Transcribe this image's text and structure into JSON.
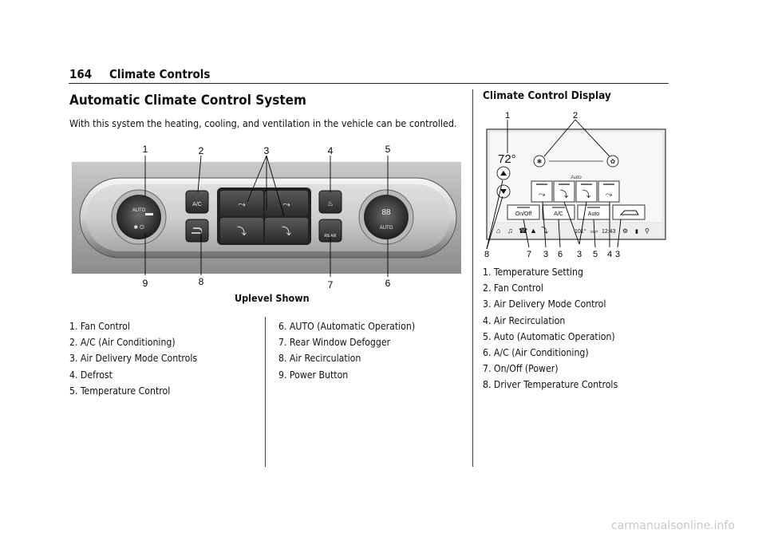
{
  "header": {
    "page_number": "164",
    "section": "Climate Controls"
  },
  "title": "Automatic Climate Control System",
  "intro": "With this system the heating, cooling, and ventilation in the vehicle can be controlled.",
  "panel": {
    "callouts_top": [
      "1",
      "2",
      "3",
      "4",
      "5"
    ],
    "callouts_bottom": [
      "9",
      "8",
      "7",
      "6"
    ],
    "left_knob_text": "AUTO",
    "ac_label": "A/C",
    "rear_label": "REAR",
    "right_knob_display": "88",
    "right_knob_text": "AUTO"
  },
  "panel_caption": "Uplevel Shown",
  "panel_list_col1": [
    "1.  Fan Control",
    "2.  A/C (Air Conditioning)",
    "3.  Air Delivery Mode Controls",
    "4.  Defrost",
    "5.  Temperature Control"
  ],
  "panel_list_col2": [
    "6.  AUTO (Automatic Operation)",
    "7.  Rear Window Defogger",
    "8.  Air Recirculation",
    "9.  Power Button"
  ],
  "display_title": "Climate Control Display",
  "display": {
    "callouts_top": [
      "1",
      "2"
    ],
    "callouts_bottom": [
      "8",
      "7",
      "3",
      "6",
      "3",
      "5",
      "4",
      "3"
    ],
    "temperature": "72°",
    "auto_label": "Auto",
    "buttons": [
      "On/Off",
      "A/C",
      "Auto"
    ],
    "status_outside_temp": "101°",
    "status_outside_unit": "OUT",
    "status_time": "12:43"
  },
  "display_list": [
    "1.  Temperature Setting",
    "2.  Fan Control",
    "3.  Air Delivery Mode Control",
    "4.  Air Recirculation",
    "5.  Auto (Automatic Operation)",
    "6.  A/C (Air Conditioning)",
    "7.  On/Off (Power)",
    "8.  Driver Temperature Controls"
  ],
  "watermark": "carmanualsonline.info"
}
